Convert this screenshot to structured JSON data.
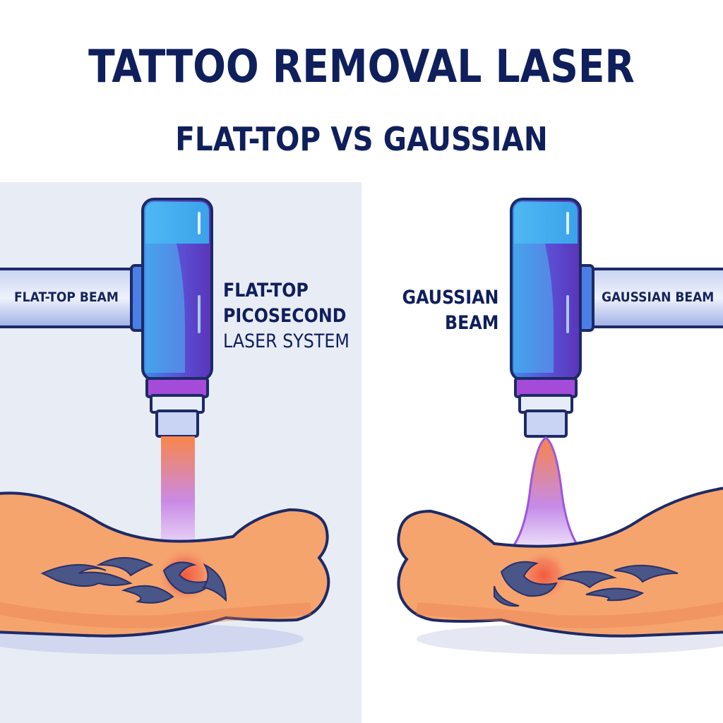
{
  "header": {
    "title": "TATTOO REMOVAL LASER",
    "subtitle": "FLAT-TOP VS GAUSSIAN"
  },
  "left": {
    "beam_label": "FLAT-TOP BEAM",
    "callout_line1": "FLAT-TOP",
    "callout_line2": "PICOSECOND",
    "callout_line3": "LASER SYSTEM"
  },
  "right": {
    "beam_label": "GAUSSIAN BEAM",
    "callout_line1": "GAUSSIAN",
    "callout_line2": "BEAM"
  },
  "colors": {
    "navy": "#0f1f5c",
    "panel": "#e8ecf5",
    "skin": "#f6a46e",
    "skin_shadow": "#e97a4e",
    "handpiece_blue": "#3fb0f0",
    "handpiece_purple": "#5b3fc4",
    "tattoo_ink": "#4a5588",
    "beam_orange": "#f78a4a",
    "beam_violet": "#b98cf0"
  }
}
